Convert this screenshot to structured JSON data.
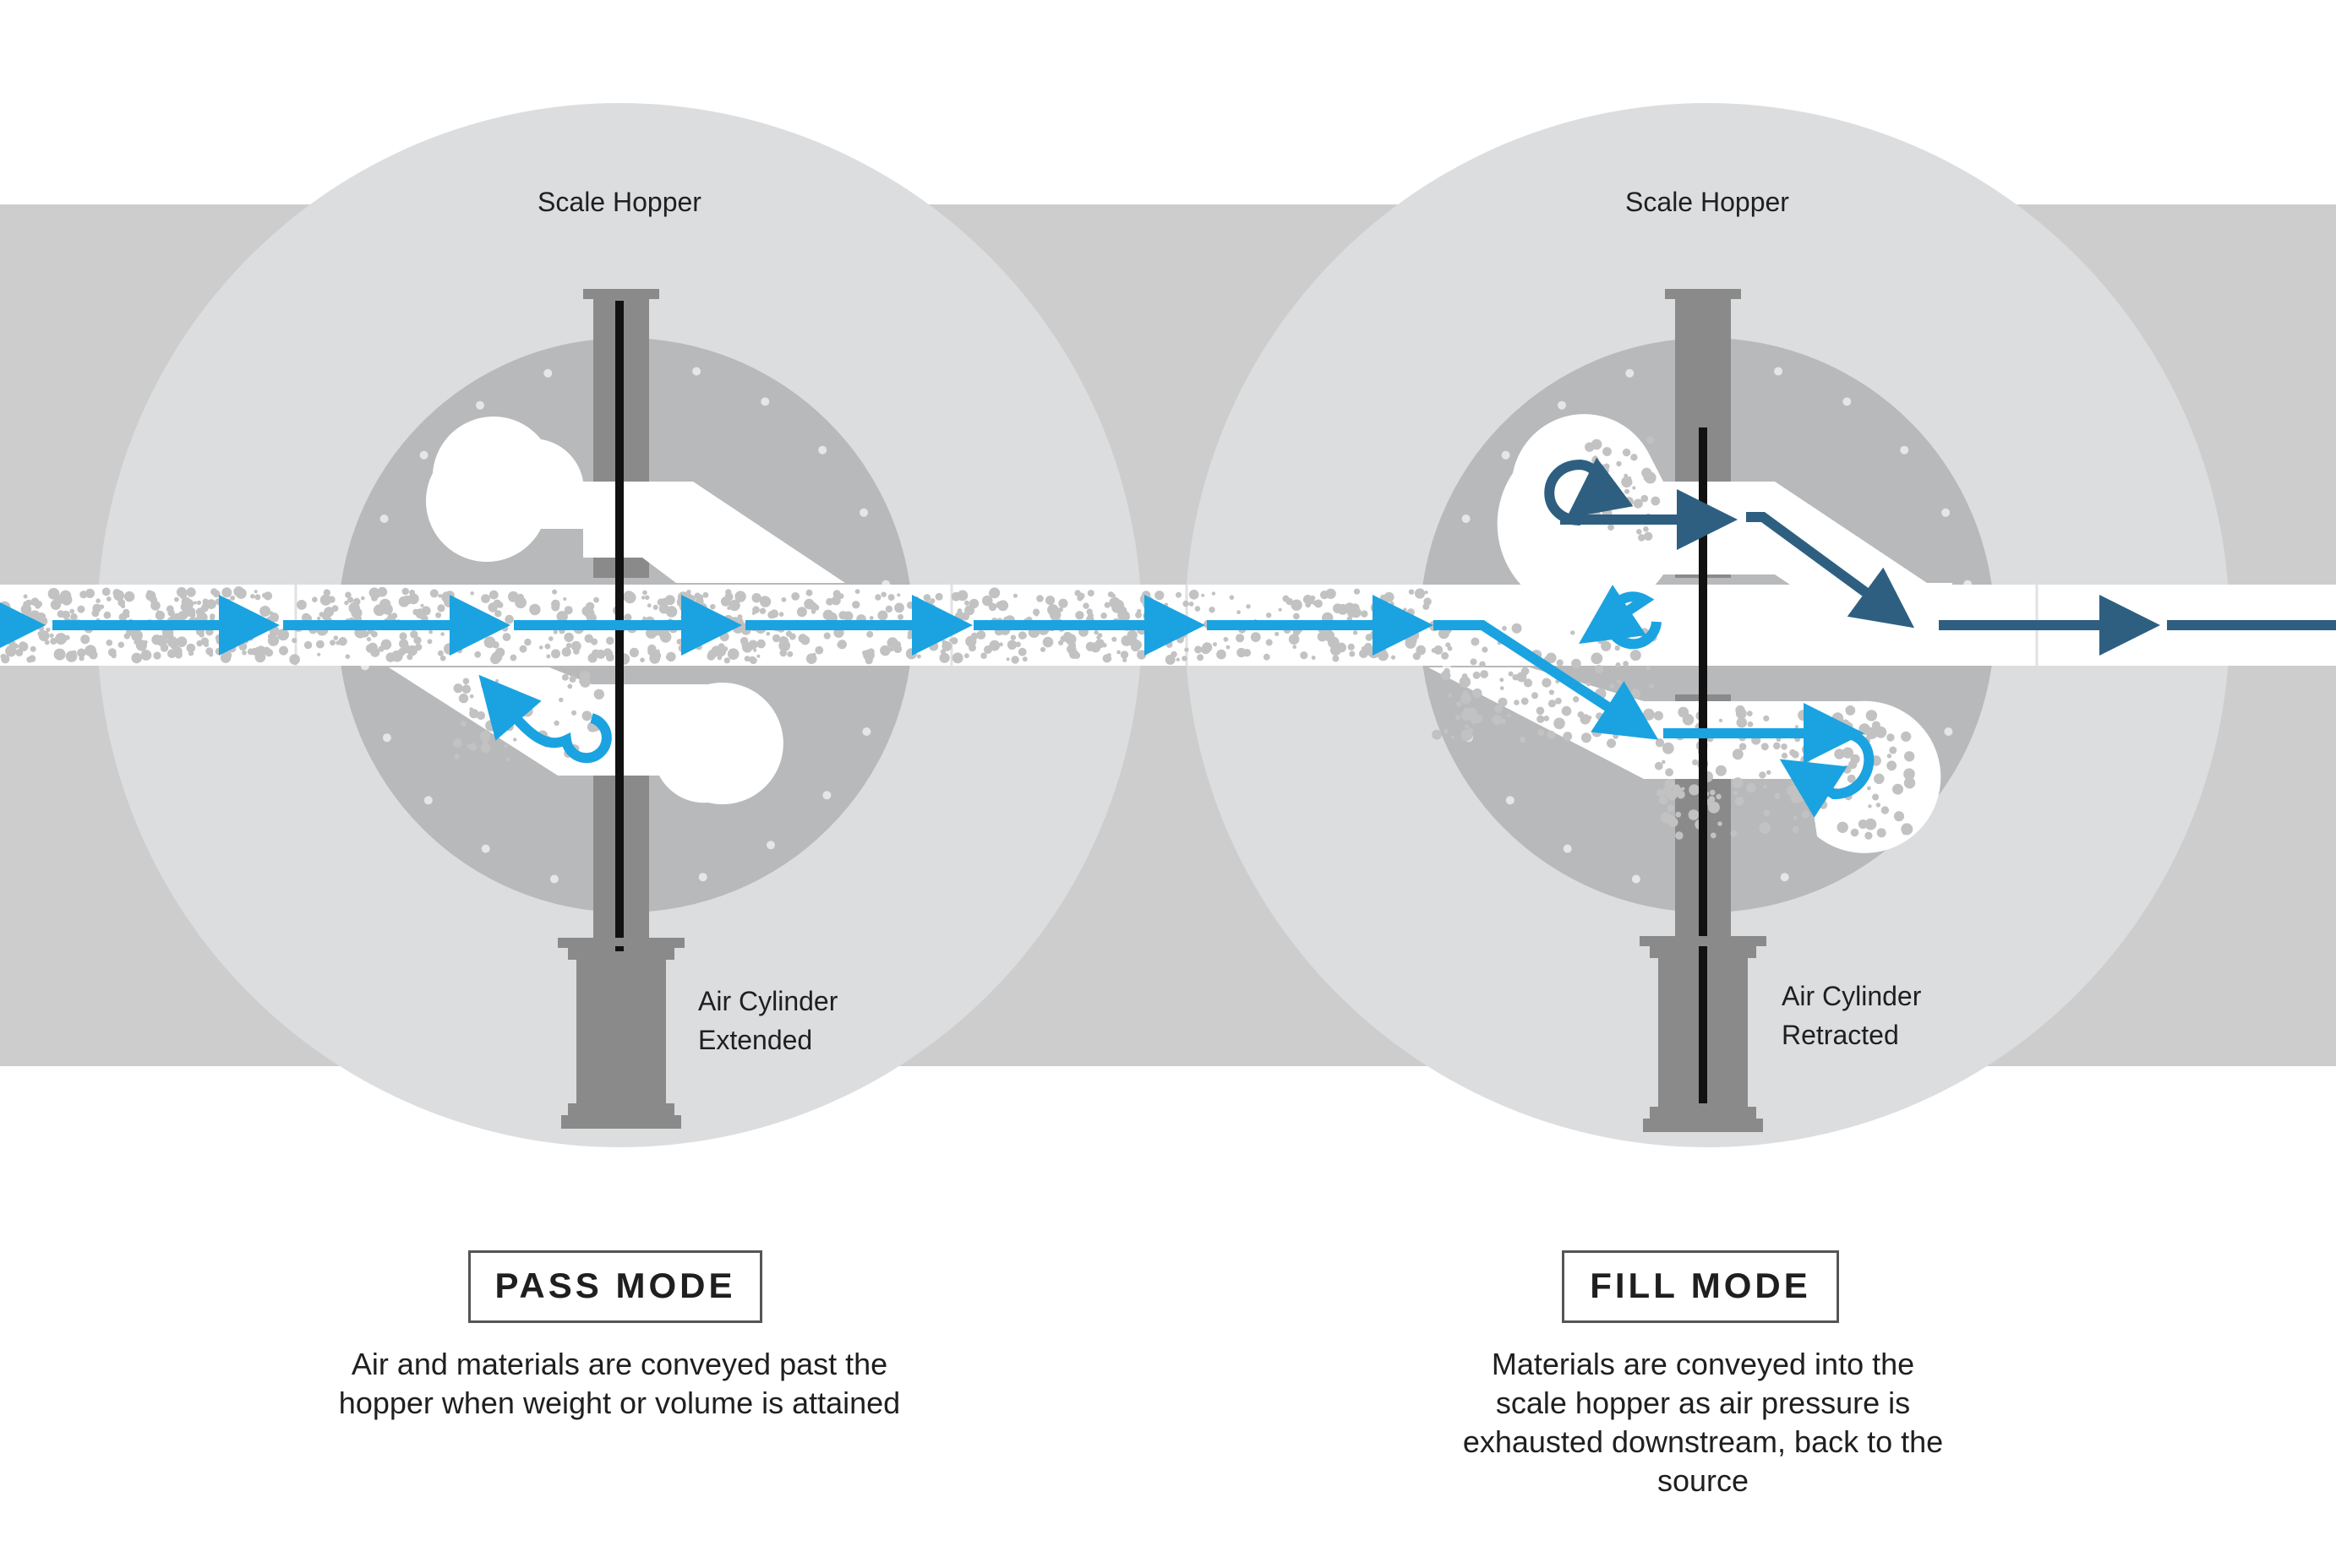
{
  "left": {
    "hopper_label": "Scale Hopper",
    "cylinder_label_line1": "Air Cylinder",
    "cylinder_label_line2": "Extended",
    "mode_title": "PASS MODE",
    "description_lines": [
      "Air and materials are conveyed past the",
      "hopper when weight or volume is attained"
    ]
  },
  "right": {
    "hopper_label": "Scale Hopper",
    "cylinder_label_line1": "Air Cylinder",
    "cylinder_label_line2": "Retracted",
    "mode_title": "FILL MODE",
    "description_lines": [
      "Materials are conveyed into the",
      "scale hopper as air pressure is",
      "exhausted downstream, back to the",
      "source"
    ]
  },
  "colors": {
    "material_flow_arrow": "#1aa3e0",
    "air_flow_arrow": "#2e5f80",
    "band": "#cdcdcd",
    "outer_disc": "#dcdddf",
    "inner_disc": "#b8b9bb",
    "cylinder": "#8a8a8a",
    "rod": "#111111"
  }
}
